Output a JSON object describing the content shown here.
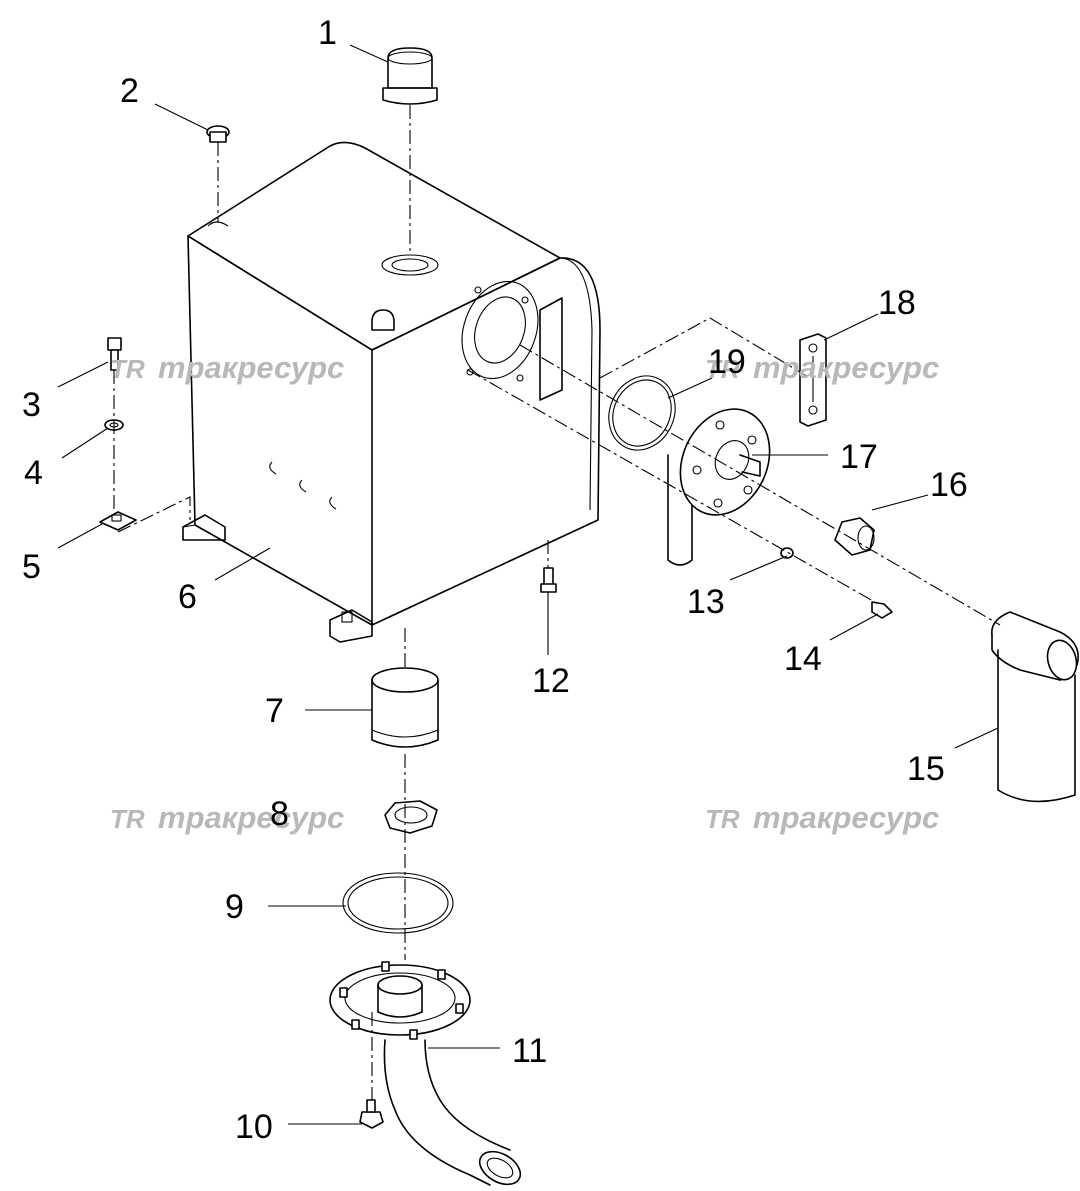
{
  "watermark": {
    "logo": "TR",
    "text": "тракресурс"
  },
  "callouts": [
    "1",
    "2",
    "3",
    "4",
    "5",
    "6",
    "7",
    "8",
    "9",
    "10",
    "11",
    "12",
    "13",
    "14",
    "15",
    "16",
    "17",
    "18",
    "19"
  ]
}
